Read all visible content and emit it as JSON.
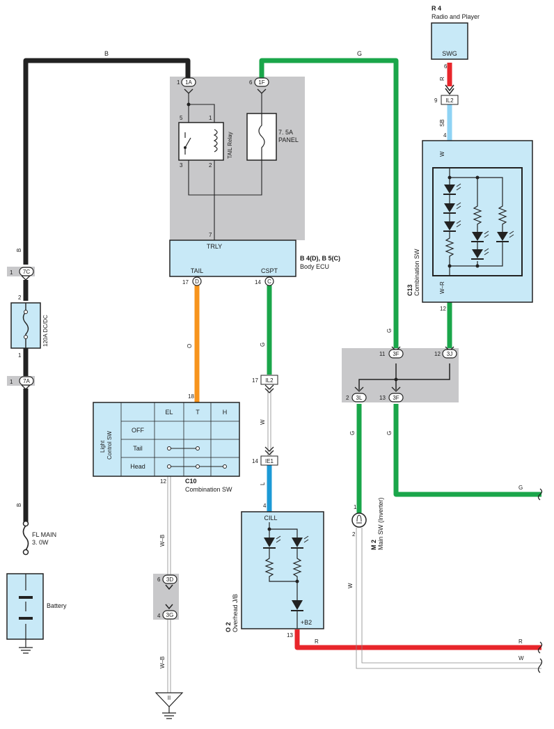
{
  "colors": {
    "black_wire": "#222222",
    "green_wire": "#1aa64a",
    "red_wire": "#e8262b",
    "orange_wire": "#f7941d",
    "blue_wire": "#1c9ad6",
    "lightblue_wire": "#8fd3f4",
    "component_fill": "#c8e9f7",
    "relay_block_fill": "#c8c8ca"
  },
  "wire_labels": {
    "top_black": "B",
    "top_green": "G",
    "left_b_upper": "B",
    "left_b_lower": "B",
    "radio_r": "R",
    "radio_sb": "SB",
    "combo_w": "W",
    "combo_wr": "W–R",
    "tail_o": "O",
    "cspt_g": "G",
    "il2_w": "W",
    "ie1_l": "L",
    "right_g_upper": "G",
    "right_g_3l": "G",
    "right_g_3f": "G",
    "right_g_end": "G",
    "c10_wb_upper": "W–B",
    "c10_wb_lower": "W–B",
    "m2_w": "W",
    "bottom_r": "R",
    "bottom_w": "W"
  },
  "connectors": {
    "c1A": "1A",
    "c1F": "1F",
    "c7C": "7C",
    "c7A": "7A",
    "cIL2_top": "IL2",
    "c3F_a": "3F",
    "c3J": "3J",
    "c3L": "3L",
    "c3F_b": "3F",
    "cIL2_mid": "IL2",
    "cIE1": "IE1",
    "c3D": "3D",
    "c3G": "3G",
    "cD": "D",
    "cC": "C"
  },
  "pins": {
    "p1A": "1",
    "p1F": "6",
    "relay5": "5",
    "relay1": "1",
    "relay3": "3",
    "relay2": "2",
    "trly7": "7",
    "p7C": "1",
    "fuse120_top": "2",
    "fuse120_bot": "1",
    "p7A": "1",
    "tail17": "17",
    "cspt14": "14",
    "radio6": "6",
    "il2_9": "9",
    "combo4": "4",
    "combo12": "12",
    "p3F_11": "11",
    "p3J_12": "12",
    "p3L_2": "2",
    "p3F_13": "13",
    "il2_17": "17",
    "c10_18": "18",
    "ie1_14": "14",
    "o2_4": "4",
    "c10_12": "12",
    "m2_1": "1",
    "m2_2": "2",
    "p3D_6": "6",
    "p3G_4": "4",
    "o2_13": "13"
  },
  "components": {
    "radio_id": "R 4",
    "radio_name": "Radio and Player",
    "radio_terminal": "SWG",
    "relay_name": "TAIL Relay",
    "panel_fuse": "7. 5A",
    "panel_fuse_name": "PANEL",
    "body_ecu_id": "B 4(D), B 5(C)",
    "body_ecu_name": "Body ECU",
    "body_ecu_trly": "TRLY",
    "body_ecu_tail": "TAIL",
    "body_ecu_cspt": "CSPT",
    "combo_id": "C13",
    "combo_name": "Combination SW",
    "dcdc_fuse": "120A DC/DC",
    "fl_main_name": "FL MAIN",
    "fl_main_rating": "3. 0W",
    "battery": "Battery",
    "c10_id": "C10",
    "c10_name": "Combination SW",
    "m2_id": "M 2",
    "m2_name": "Main SW (Inverter)",
    "o2_id": "O 2",
    "o2_name": "Overhead J/B",
    "o2_cill": "CILL",
    "o2_b2": "+B2",
    "ground_symbol": "II"
  },
  "light_switch": {
    "title_line1": "Light",
    "title_line2": "Control SW",
    "columns": [
      "EL",
      "T",
      "H"
    ],
    "rows": [
      "OFF",
      "Tail",
      "Head"
    ]
  }
}
